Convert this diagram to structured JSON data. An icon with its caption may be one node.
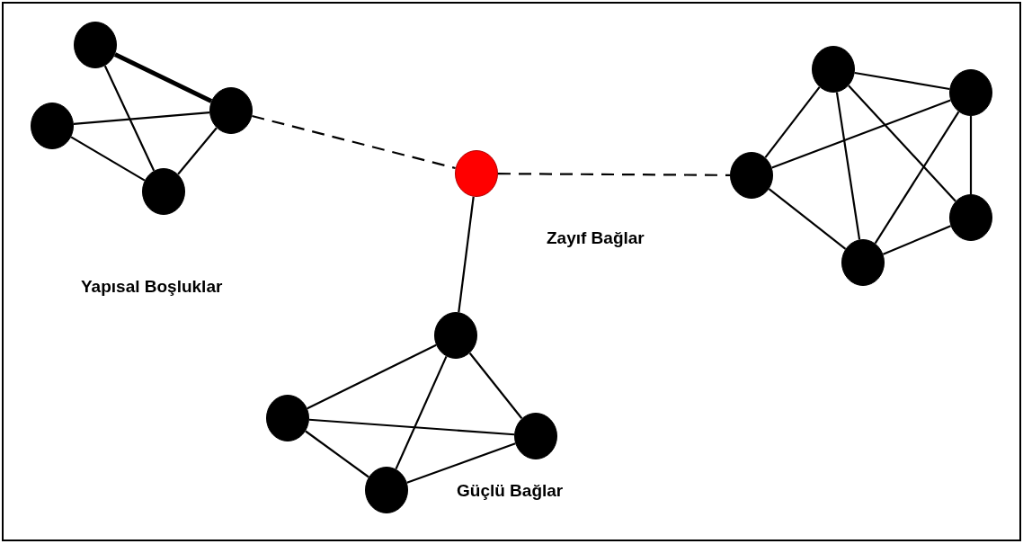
{
  "diagram": {
    "nodes": [
      {
        "text": [],
        "shape": "circle"
      },
      {
        "text": [],
        "shape": "circle"
      },
      {
        "text": [],
        "shape": "circle"
      },
      {
        "text": [],
        "shape": "circle"
      },
      {
        "text": [],
        "shape": "circle"
      },
      {
        "text": [],
        "shape": "circle"
      },
      {
        "text": [],
        "shape": "circle"
      },
      {
        "text": [],
        "shape": "circle"
      },
      {
        "text": [],
        "shape": "circle"
      },
      {
        "text": [],
        "shape": "circle"
      },
      {
        "text": [],
        "shape": "circle"
      },
      {
        "text": [],
        "shape": "circle"
      },
      {
        "text": [],
        "shape": "circle"
      },
      {
        "text": [],
        "shape": "circle"
      }
    ],
    "edges": [
      {
        "from": 0,
        "to": 2,
        "arrow": "none",
        "style": "thick"
      },
      {
        "from": 0,
        "to": 3,
        "arrow": "none"
      },
      {
        "from": 1,
        "to": 2,
        "arrow": "none"
      },
      {
        "from": 1,
        "to": 3,
        "arrow": "none"
      },
      {
        "from": 2,
        "to": 3,
        "arrow": "none"
      },
      {
        "from": 2,
        "to": 4,
        "arrow": "none",
        "style": "dashed"
      },
      {
        "from": 4,
        "to": 7,
        "arrow": "none",
        "style": "dashed"
      },
      {
        "from": 4,
        "to": 10,
        "arrow": "none"
      },
      {
        "from": 7,
        "to": 5,
        "arrow": "none"
      },
      {
        "from": 7,
        "to": 6,
        "arrow": "none"
      },
      {
        "from": 7,
        "to": 9,
        "arrow": "none"
      },
      {
        "from": 5,
        "to": 6,
        "arrow": "none"
      },
      {
        "from": 5,
        "to": 8,
        "arrow": "none"
      },
      {
        "from": 5,
        "to": 9,
        "arrow": "none"
      },
      {
        "from": 6,
        "to": 8,
        "arrow": "none"
      },
      {
        "from": 6,
        "to": 9,
        "arrow": "none"
      },
      {
        "from": 8,
        "to": 9,
        "arrow": "none"
      },
      {
        "from": 10,
        "to": 11,
        "arrow": "none"
      },
      {
        "from": 10,
        "to": 12,
        "arrow": "none"
      },
      {
        "from": 10,
        "to": 13,
        "arrow": "none"
      },
      {
        "from": 11,
        "to": 12,
        "arrow": "none"
      },
      {
        "from": 11,
        "to": 13,
        "arrow": "none"
      },
      {
        "from": 13,
        "to": 12,
        "arrow": "none"
      }
    ],
    "labels": [
      "Zayıf Bağlar",
      "Yapısal Boşluklar",
      "Güçlü Bağlar"
    ]
  }
}
